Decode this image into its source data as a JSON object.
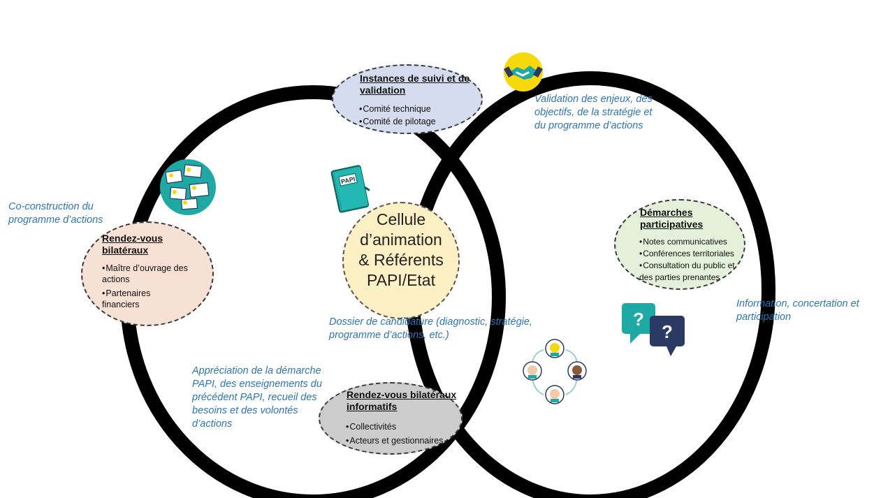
{
  "center": {
    "lines": [
      "Cellule",
      "d’animation",
      "& Référents",
      "PAPI/Etat"
    ]
  },
  "folder_label": "PAPI",
  "bubbles": {
    "instances": {
      "title_lines": [
        "Instances de suivi et de",
        "validation"
      ],
      "items": [
        "Comité technique",
        "Comité de pilotage"
      ]
    },
    "bilateraux": {
      "title_lines": [
        "Rendez-vous",
        "bilatéraux"
      ],
      "items": [
        "Maître d’ouvrage des actions",
        "Partenaires financiers"
      ]
    },
    "participatives": {
      "title_lines": [
        "Démarches",
        "participatives"
      ],
      "items": [
        "Notes communicatives",
        "Conférences territoriales",
        "Consultation du public et des parties prenantes"
      ]
    },
    "informatifs": {
      "title_lines": [
        "Rendez-vous bilatéraux",
        "informatifs"
      ],
      "items": [
        "Collectivités",
        "Acteurs et gestionnaires"
      ]
    }
  },
  "notes": {
    "validation": [
      "Validation des enjeux, des",
      "objectifs, de la stratégie et",
      "du programme d’actions"
    ],
    "coconstruction": [
      "Co-construction du",
      "programme d’actions"
    ],
    "information": [
      "Information, concertation et",
      "participation"
    ],
    "dossier": [
      "Dossier de candidature (diagnostic, stratégie,",
      "programme d’actions, etc.)"
    ],
    "appreciation": [
      "Appréciation de la démarche",
      "PAPI, des enseignements du",
      "précédent PAPI, recueil des",
      "besoins et des volontés",
      "d’actions"
    ]
  },
  "icons": [
    "handshake-icon",
    "ideas-board-icon",
    "papi-folder-icon",
    "question-bubbles-icon",
    "people-network-icon"
  ],
  "colors": {
    "ring": "#000000",
    "center_fill": "#fdf0c4",
    "instances_fill": "#d6dcef",
    "bilateraux_fill": "#f7e0d4",
    "participatives_fill": "#e4f0da",
    "informatifs_fill": "#cccccc",
    "note_text": "#2e75b6",
    "teal": "#1ea9a5",
    "yellow": "#f5d90a",
    "navy": "#2b3a64"
  }
}
